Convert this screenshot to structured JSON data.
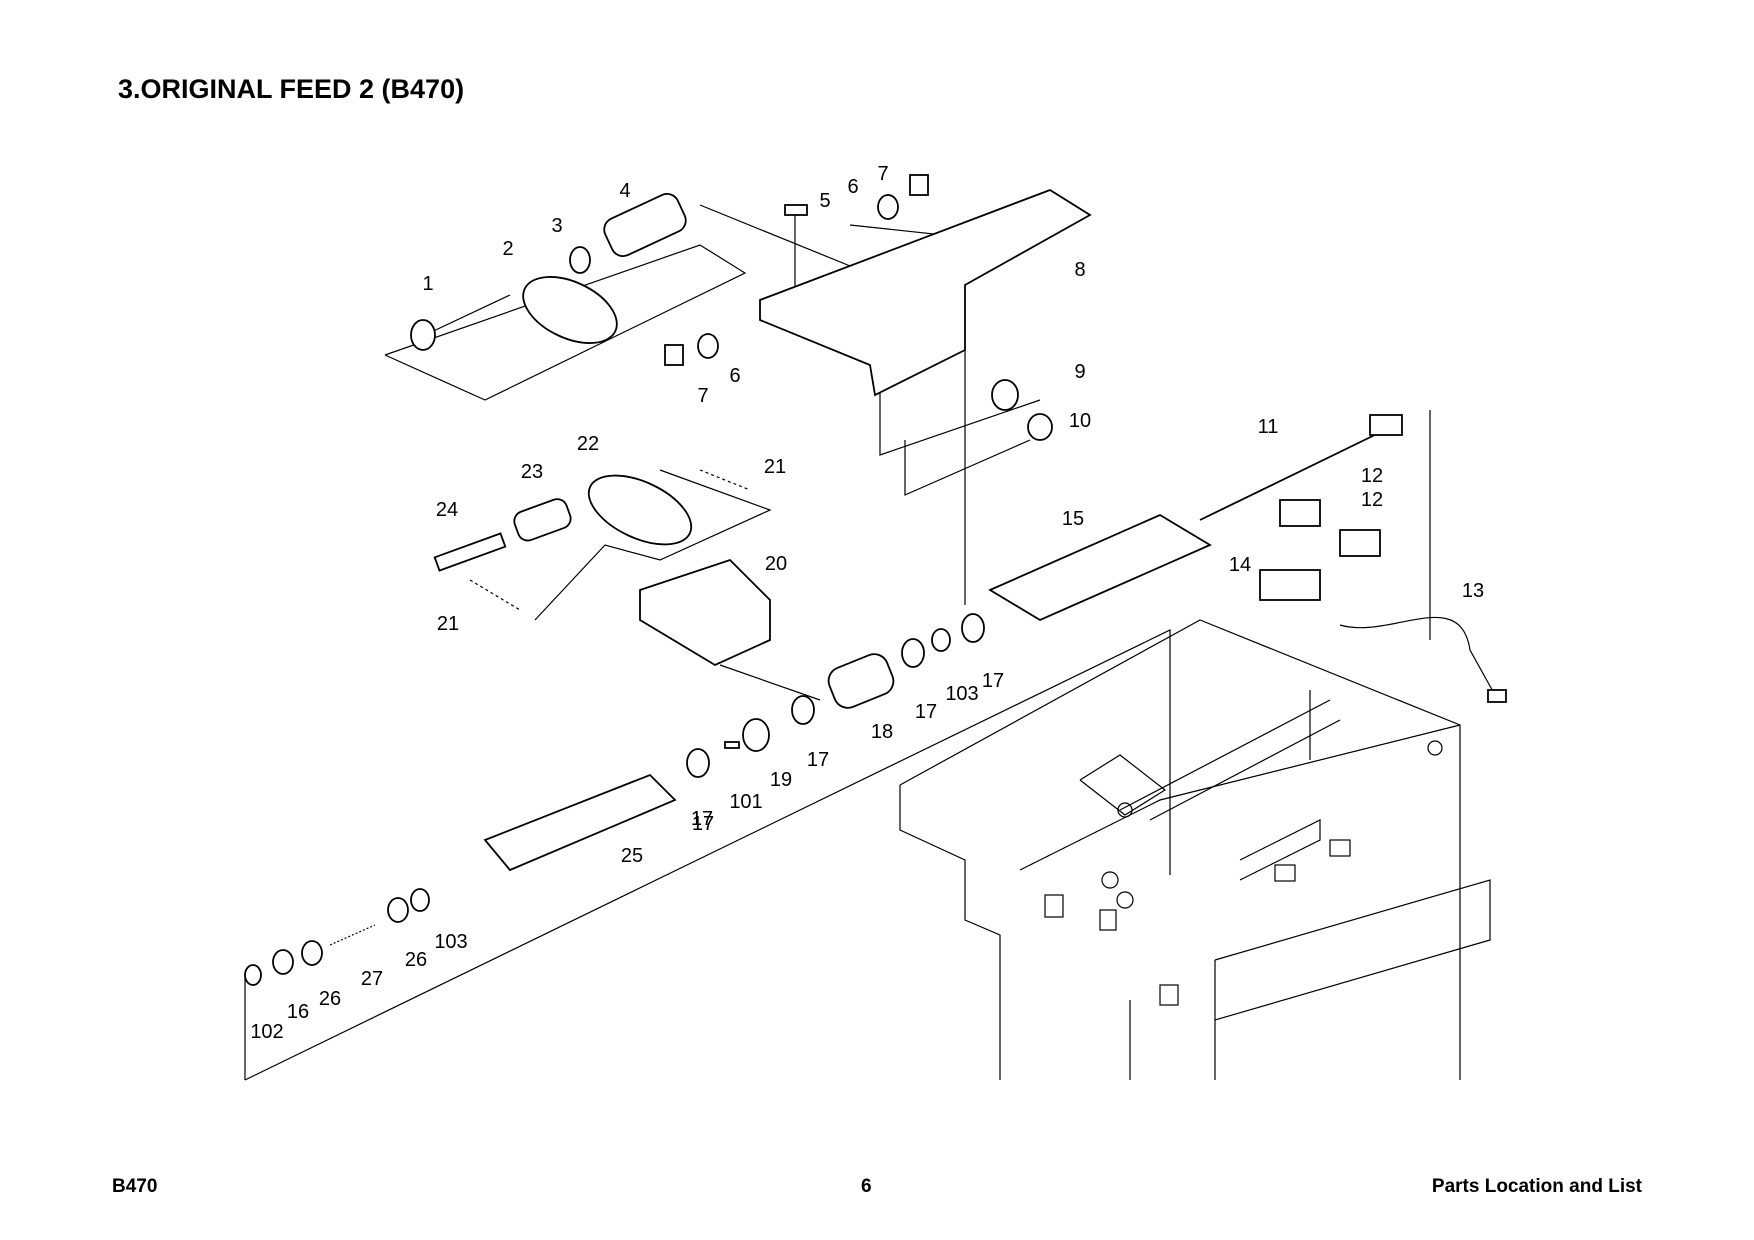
{
  "page": {
    "title": "3.ORIGINAL FEED 2 (B470)",
    "footer_left": "B470",
    "footer_center": "6",
    "footer_right": "Parts Location and List"
  },
  "callouts": [
    {
      "label": "1"
    },
    {
      "label": "2"
    },
    {
      "label": "3"
    },
    {
      "label": "4"
    },
    {
      "label": "5"
    },
    {
      "label": "6"
    },
    {
      "label": "7"
    },
    {
      "label": "8"
    },
    {
      "label": "6"
    },
    {
      "label": "7"
    },
    {
      "label": "9"
    },
    {
      "label": "10"
    },
    {
      "label": "11"
    },
    {
      "label": "12"
    },
    {
      "label": "12"
    },
    {
      "label": "22"
    },
    {
      "label": "21"
    },
    {
      "label": "23"
    },
    {
      "label": "24"
    },
    {
      "label": "15"
    },
    {
      "label": "14"
    },
    {
      "label": "13"
    },
    {
      "label": "20"
    },
    {
      "label": "21"
    },
    {
      "label": "17"
    },
    {
      "label": "103"
    },
    {
      "label": "17"
    },
    {
      "label": "18"
    },
    {
      "label": "17"
    },
    {
      "label": "19"
    },
    {
      "label": "17"
    },
    {
      "label": "101"
    },
    {
      "label": "17"
    },
    {
      "label": "25"
    },
    {
      "label": "103"
    },
    {
      "label": "26"
    },
    {
      "label": "27"
    },
    {
      "label": "26"
    },
    {
      "label": "16"
    },
    {
      "label": "102"
    }
  ]
}
